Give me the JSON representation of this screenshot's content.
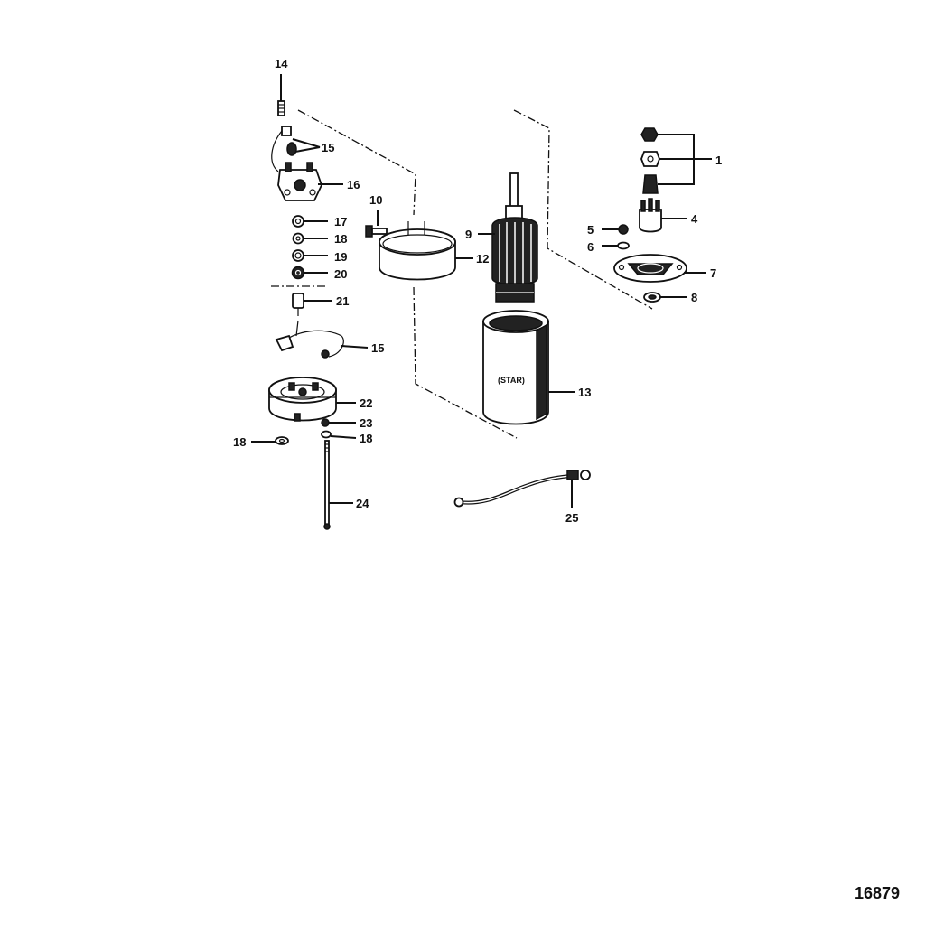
{
  "figure_number": "16879",
  "stator_stamp": "(STAR)",
  "callouts": [
    {
      "id": "c1",
      "text": "1"
    },
    {
      "id": "c4",
      "text": "4"
    },
    {
      "id": "c5",
      "text": "5"
    },
    {
      "id": "c6",
      "text": "6"
    },
    {
      "id": "c7",
      "text": "7"
    },
    {
      "id": "c8",
      "text": "8"
    },
    {
      "id": "c9",
      "text": "9"
    },
    {
      "id": "c10",
      "text": "10"
    },
    {
      "id": "c12",
      "text": "12"
    },
    {
      "id": "c13",
      "text": "13"
    },
    {
      "id": "c14",
      "text": "14"
    },
    {
      "id": "c15a",
      "text": "15"
    },
    {
      "id": "c15b",
      "text": "15"
    },
    {
      "id": "c16",
      "text": "16"
    },
    {
      "id": "c17",
      "text": "17"
    },
    {
      "id": "c18a",
      "text": "18"
    },
    {
      "id": "c18b",
      "text": "18"
    },
    {
      "id": "c18c",
      "text": "18"
    },
    {
      "id": "c19",
      "text": "19"
    },
    {
      "id": "c20",
      "text": "20"
    },
    {
      "id": "c21",
      "text": "21"
    },
    {
      "id": "c22",
      "text": "22"
    },
    {
      "id": "c23",
      "text": "23"
    },
    {
      "id": "c24",
      "text": "24"
    },
    {
      "id": "c25",
      "text": "25"
    }
  ]
}
